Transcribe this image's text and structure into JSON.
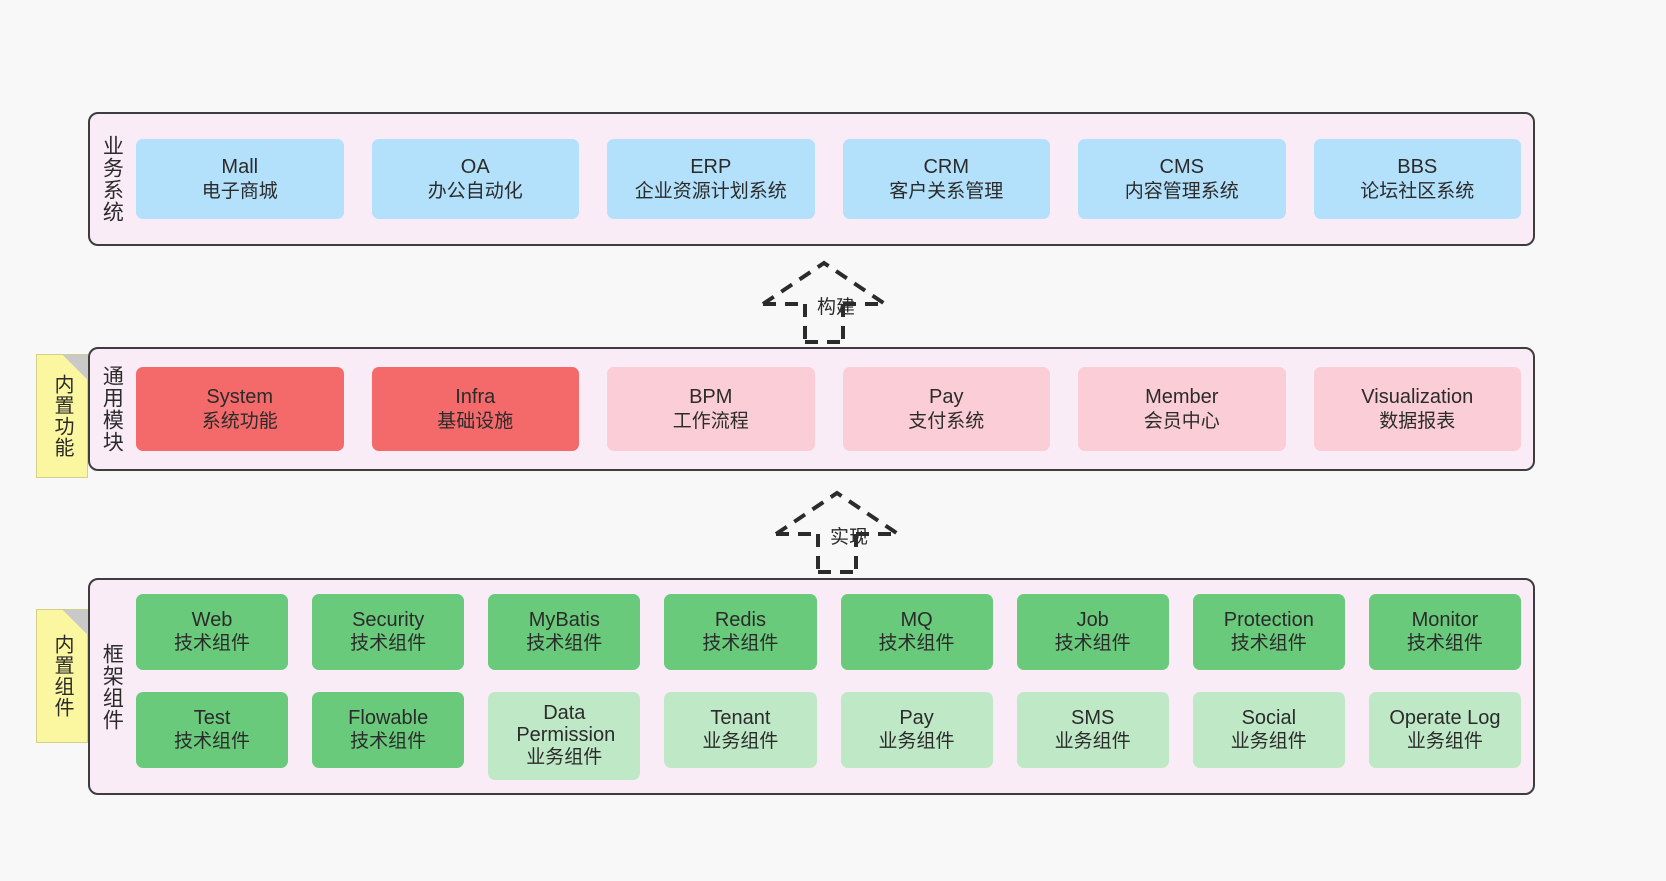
{
  "diagram": {
    "title": "",
    "background_color": "#f8f8f8",
    "layer_fill": "#f9ecf7",
    "layer_border": "#3d3d3d",
    "note_fill": "#fbf7a0"
  },
  "layers": [
    {
      "id": "business-systems",
      "title": "业务系统",
      "note": null,
      "rows": [
        {
          "items": [
            {
              "en": "Mall",
              "cn": "电子商城",
              "color": "#b3e0fb"
            },
            {
              "en": "OA",
              "cn": "办公自动化",
              "color": "#b3e0fb"
            },
            {
              "en": "ERP",
              "cn": "企业资源计划系统",
              "color": "#b3e0fb"
            },
            {
              "en": "CRM",
              "cn": "客户关系管理",
              "color": "#b3e0fb"
            },
            {
              "en": "CMS",
              "cn": "内容管理系统",
              "color": "#b3e0fb"
            },
            {
              "en": "BBS",
              "cn": "论坛社区系统",
              "color": "#b3e0fb"
            }
          ]
        }
      ]
    },
    {
      "id": "common-modules",
      "title": "通用模块",
      "note": "内置功能",
      "rows": [
        {
          "items": [
            {
              "en": "System",
              "cn": "系统功能",
              "color": "#f46a6a"
            },
            {
              "en": "Infra",
              "cn": "基础设施",
              "color": "#f46a6a"
            },
            {
              "en": "BPM",
              "cn": "工作流程",
              "color": "#fbcdd6"
            },
            {
              "en": "Pay",
              "cn": "支付系统",
              "color": "#fbcdd6"
            },
            {
              "en": "Member",
              "cn": "会员中心",
              "color": "#fbcdd6"
            },
            {
              "en": "Visualization",
              "cn": "数据报表",
              "color": "#fbcdd6"
            }
          ]
        }
      ]
    },
    {
      "id": "framework-components",
      "title": "框架组件",
      "note": "内置组件",
      "rows": [
        {
          "items": [
            {
              "en": "Web",
              "cn": "技术组件",
              "color": "#6aca7c"
            },
            {
              "en": "Security",
              "cn": "技术组件",
              "color": "#6aca7c"
            },
            {
              "en": "MyBatis",
              "cn": "技术组件",
              "color": "#6aca7c"
            },
            {
              "en": "Redis",
              "cn": "技术组件",
              "color": "#6aca7c"
            },
            {
              "en": "MQ",
              "cn": "技术组件",
              "color": "#6aca7c"
            },
            {
              "en": "Job",
              "cn": "技术组件",
              "color": "#6aca7c"
            },
            {
              "en": "Protection",
              "cn": "技术组件",
              "color": "#6aca7c"
            },
            {
              "en": "Monitor",
              "cn": "技术组件",
              "color": "#6aca7c"
            }
          ]
        },
        {
          "items": [
            {
              "en": "Test",
              "cn": "技术组件",
              "color": "#6aca7c"
            },
            {
              "en": "Flowable",
              "cn": "技术组件",
              "color": "#6aca7c"
            },
            {
              "en": "Data Permission",
              "cn": "业务组件",
              "color": "#bfe8c6"
            },
            {
              "en": "Tenant",
              "cn": "业务组件",
              "color": "#bfe8c6"
            },
            {
              "en": "Pay",
              "cn": "业务组件",
              "color": "#bfe8c6"
            },
            {
              "en": "SMS",
              "cn": "业务组件",
              "color": "#bfe8c6"
            },
            {
              "en": "Social",
              "cn": "业务组件",
              "color": "#bfe8c6"
            },
            {
              "en": "Operate Log",
              "cn": "业务组件",
              "color": "#bfe8c6"
            }
          ]
        }
      ]
    }
  ],
  "connectors": [
    {
      "id": "build",
      "label": "构建",
      "style": "dashed-generalization",
      "direction": "up"
    },
    {
      "id": "implement",
      "label": "实现",
      "style": "dashed-generalization",
      "direction": "up"
    }
  ]
}
